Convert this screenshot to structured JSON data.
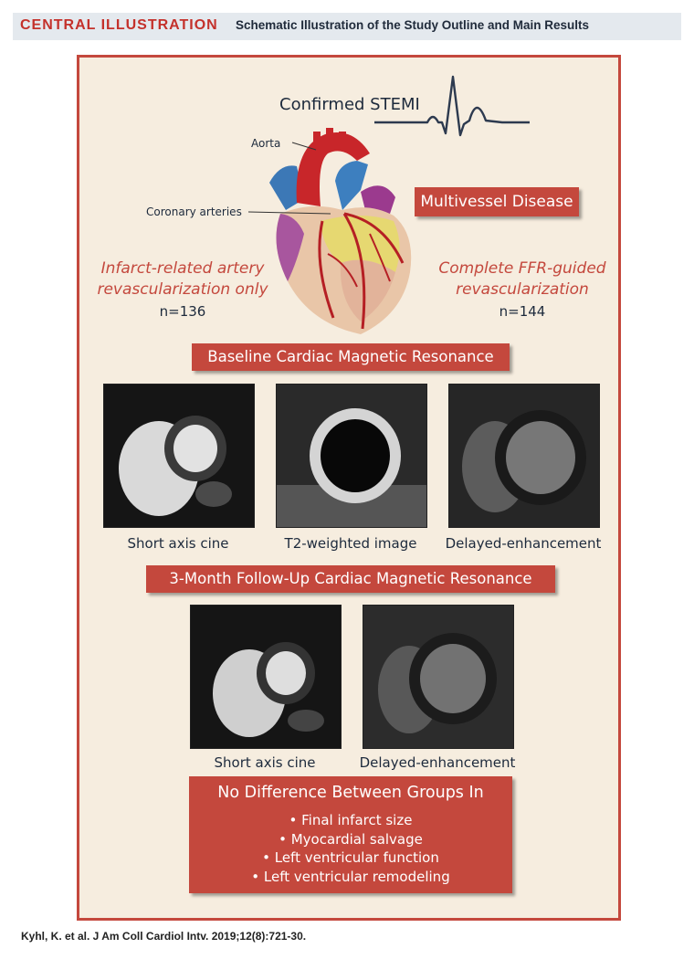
{
  "header": {
    "label": "CENTRAL ILLUSTRATION",
    "subtitle": "Schematic Illustration of the Study Outline and Main Results"
  },
  "top": {
    "ecg_title": "Confirmed STEMI",
    "aorta_label": "Aorta",
    "coronary_label": "Coronary arteries",
    "multivessel_label": "Multivessel Disease"
  },
  "groups": {
    "left": {
      "line1": "Infarct-related artery",
      "line2": "revascularization only",
      "n": "n=136"
    },
    "right": {
      "line1": "Complete FFR-guided",
      "line2": "revascularization",
      "n": "n=144"
    }
  },
  "baseline": {
    "title": "Baseline Cardiac Magnetic Resonance",
    "captions": [
      "Short axis cine",
      "T2-weighted image",
      "Delayed-enhancement"
    ]
  },
  "followup": {
    "title": "3-Month Follow-Up Cardiac Magnetic Resonance",
    "captions": [
      "Short axis cine",
      "Delayed-enhancement"
    ]
  },
  "results": {
    "title": "No Difference Between Groups In",
    "items": [
      "• Final infarct size",
      "• Myocardial salvage",
      "• Left ventricular function",
      "• Left ventricular remodeling"
    ]
  },
  "citation": "Kyhl, K. et al. J Am Coll Cardiol Intv. 2019;12(8):721-30.",
  "colors": {
    "accent": "#c4483d",
    "panel_bg": "#f6eddf",
    "navy": "#1d2a3c"
  }
}
